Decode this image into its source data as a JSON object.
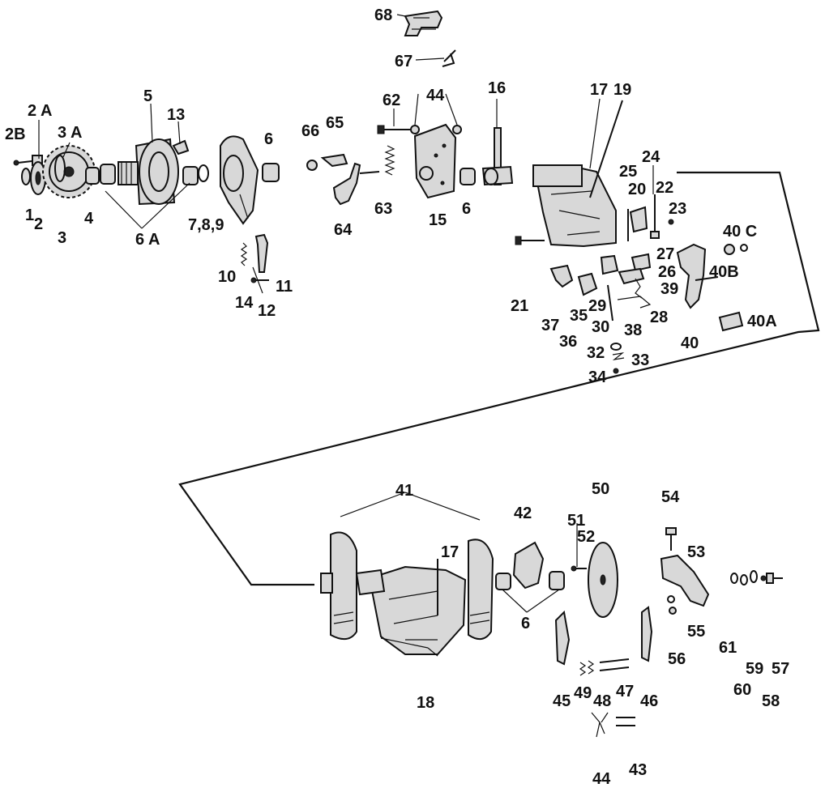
{
  "diagram": {
    "type": "exploded-parts-view",
    "labels": {
      "p1": "1",
      "p2": "2",
      "p2A": "2 A",
      "p2B": "2B",
      "p3": "3",
      "p3A": "3 A",
      "p4": "4",
      "p5": "5",
      "p6a": "6",
      "p6b": "6",
      "p6c": "6",
      "p6A": "6 A",
      "p789": "7,8,9",
      "p10": "10",
      "p11": "11",
      "p12": "12",
      "p13": "13",
      "p14": "14",
      "p15": "15",
      "p16": "16",
      "p17a": "17",
      "p17b": "17",
      "p18": "18",
      "p19": "19",
      "p20": "20",
      "p21": "21",
      "p22": "22",
      "p23": "23",
      "p24": "24",
      "p25": "25",
      "p26": "26",
      "p27": "27",
      "p28": "28",
      "p29": "29",
      "p30": "30",
      "p32": "32",
      "p33": "33",
      "p34": "34",
      "p35": "35",
      "p36": "36",
      "p37": "37",
      "p38": "38",
      "p39": "39",
      "p40": "40",
      "p40A": "40A",
      "p40B": "40B",
      "p40C": "40 C",
      "p41": "41",
      "p42": "42",
      "p43": "43",
      "p44a": "44",
      "p44b": "44",
      "p45": "45",
      "p46": "46",
      "p47": "47",
      "p48": "48",
      "p49": "49",
      "p50": "50",
      "p51": "51",
      "p52": "52",
      "p53": "53",
      "p54": "54",
      "p55": "55",
      "p56": "56",
      "p57": "57",
      "p58": "58",
      "p59": "59",
      "p60": "60",
      "p61": "61",
      "p62": "62",
      "p63": "63",
      "p64": "64",
      "p65": "65",
      "p66": "66",
      "p67": "67",
      "p68": "68"
    }
  }
}
